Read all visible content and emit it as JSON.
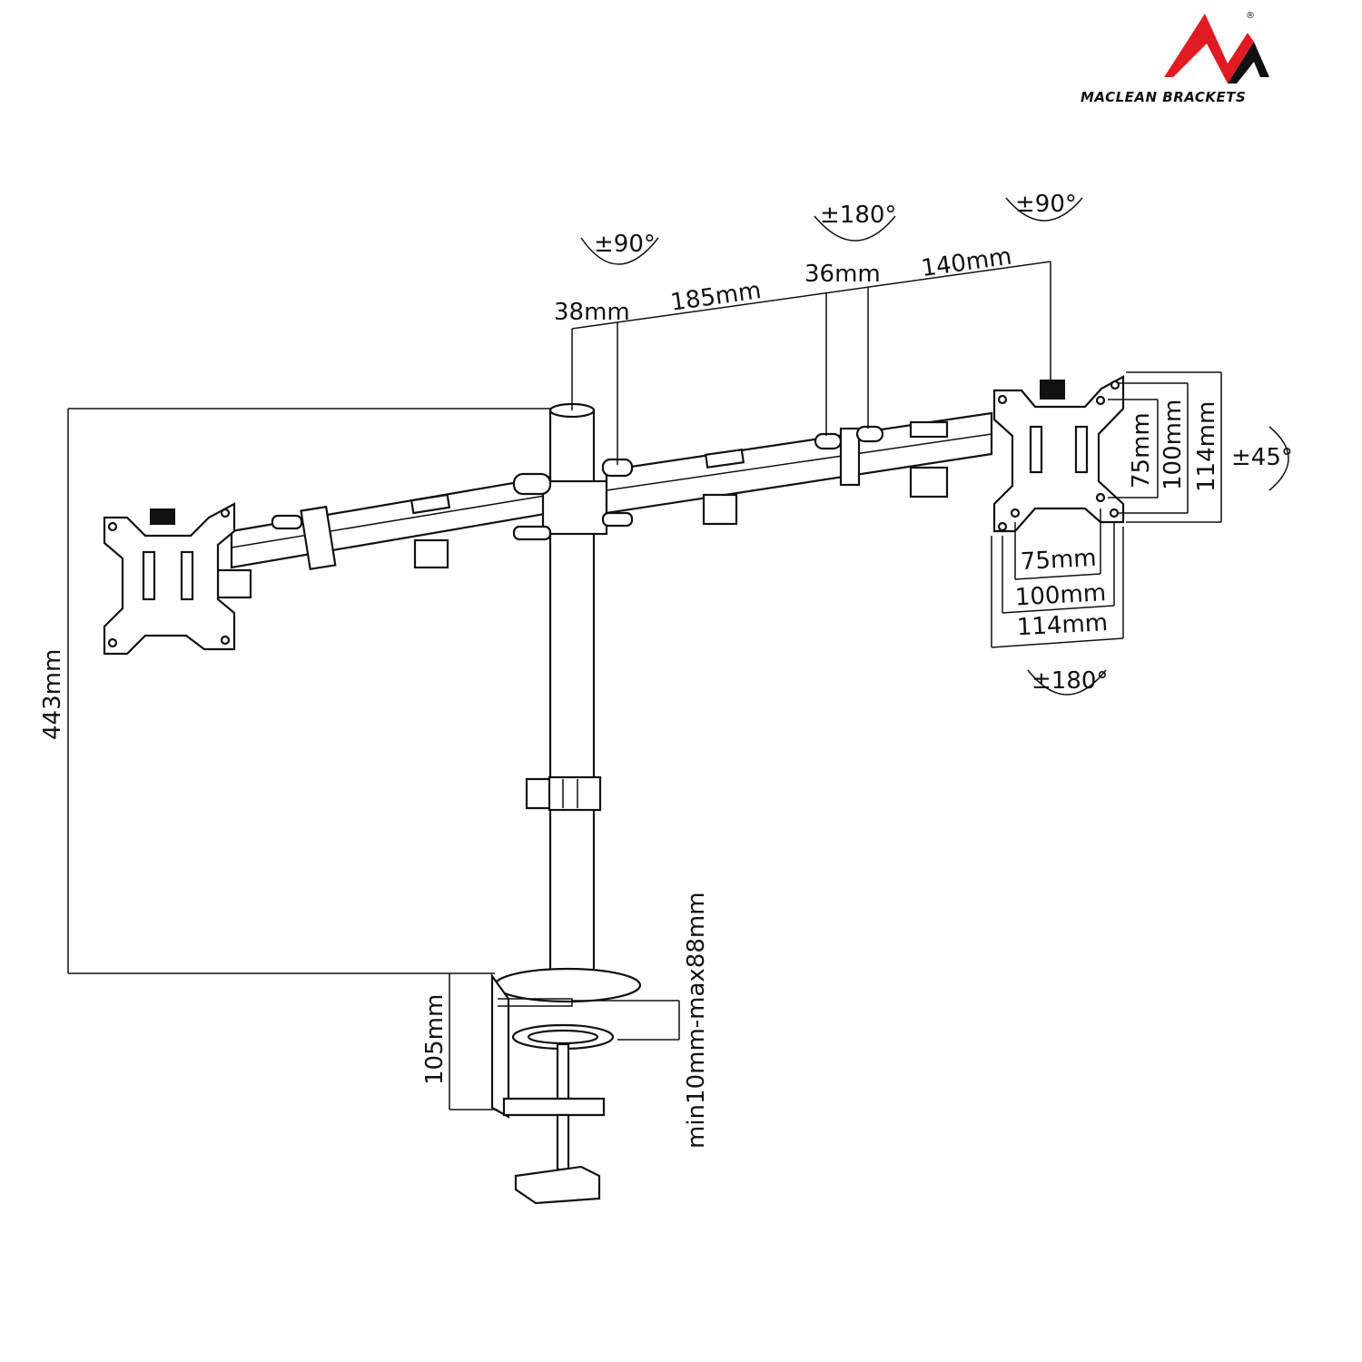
{
  "brand": {
    "name": "MACLEAN BRACKETS",
    "registered_mark": "®",
    "logo_colors": {
      "red": "#e11b22",
      "black": "#111111"
    }
  },
  "arm_dimensions": {
    "pole_offset": "38mm",
    "arm_segment_1": "185mm",
    "joint_offset": "36mm",
    "arm_segment_2": "140mm"
  },
  "rotations": {
    "pole_joint": "±90°",
    "middle_joint": "±180°",
    "head_joint": "±90°",
    "tilt": "±45°",
    "plate_rotation": "±180°"
  },
  "vesa": {
    "vertical": [
      "75mm",
      "100mm",
      "114mm"
    ],
    "horizontal": [
      "75mm",
      "100mm",
      "114mm"
    ]
  },
  "mount": {
    "height": "443mm",
    "clamp_height": "105mm",
    "desk_thickness": "min10mm-max88mm"
  }
}
